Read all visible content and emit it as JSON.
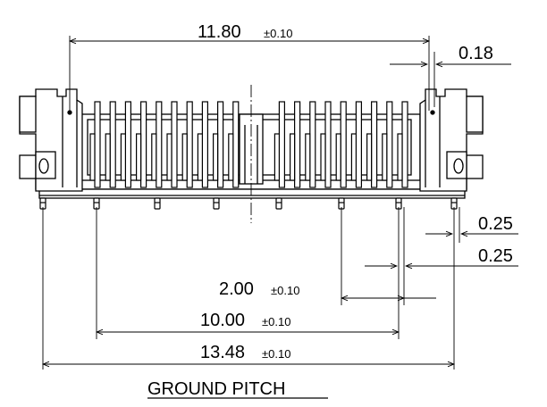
{
  "dimensions": {
    "d1": {
      "value": "11.80",
      "tolerance": "±0.10"
    },
    "d2": {
      "value": "0.18"
    },
    "d3": {
      "value": "0.25"
    },
    "d4": {
      "value": "0.25"
    },
    "d5": {
      "value": "2.00",
      "tolerance": "±0.10"
    },
    "d6": {
      "value": "10.00",
      "tolerance": "±0.10"
    },
    "d7": {
      "value": "13.48",
      "tolerance": "±0.10"
    }
  },
  "caption": "GROUND PITCH"
}
